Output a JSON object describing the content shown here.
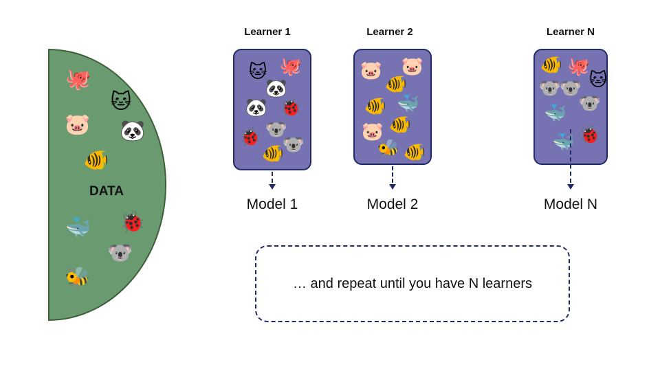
{
  "data_panel": {
    "label": "DATA",
    "items": [
      "🐙",
      "🐱",
      "🐷",
      "🐼",
      "🐠",
      "🐳",
      "🐞",
      "🐨",
      "🐝"
    ]
  },
  "learners": [
    {
      "title": "Learner 1",
      "model": "Model 1",
      "items": [
        "🐱",
        "🐙",
        "🐼",
        "🐼",
        "🐞",
        "🐞",
        "🐨",
        "🐨",
        "🐠"
      ]
    },
    {
      "title": "Learner 2",
      "model": "Model 2",
      "items": [
        "🐷",
        "🐷",
        "🐠",
        "🐠",
        "🐳",
        "🐷",
        "🐠",
        "🐝",
        "🐠"
      ]
    },
    {
      "title": "Learner N",
      "model": "Model N",
      "items": [
        "🐠",
        "🐙",
        "🐨",
        "🐨",
        "🐱",
        "🐨",
        "🐳",
        "🐳",
        "🐞"
      ]
    }
  ],
  "repeat_note": "… and repeat until you have N learners",
  "colors": {
    "data_fill": "#6a9a70",
    "data_border": "#3f5f3a",
    "learner_fill": "#7773b2",
    "learner_border": "#1f2a64"
  }
}
